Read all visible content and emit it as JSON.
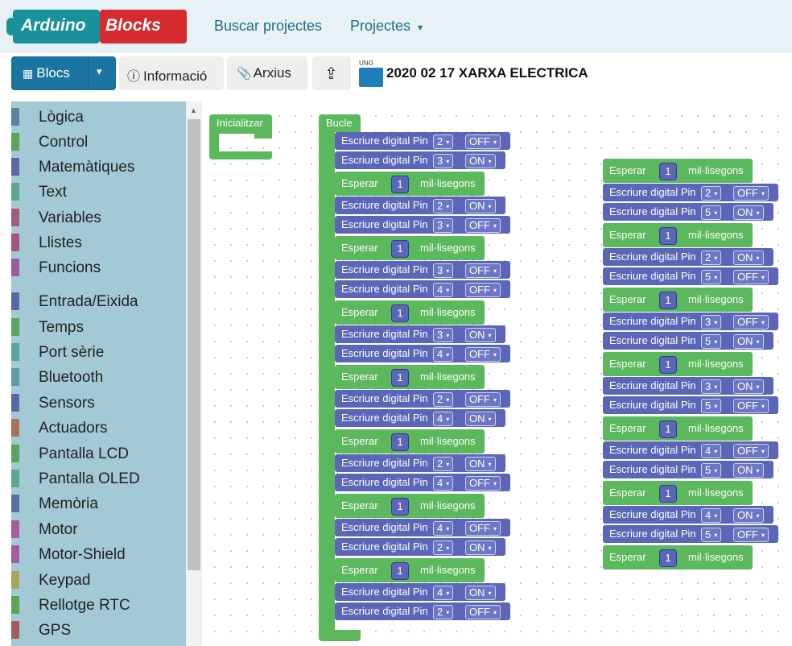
{
  "header": {
    "logo_part1": "Arduino",
    "logo_part2": "Blocks",
    "nav_search": "Buscar projectes",
    "nav_projects": "Projectes",
    "nav_caret": "▾"
  },
  "toolbar": {
    "blocs_label": "Blocs",
    "blocs_icon": "▦",
    "info_label": "Informació",
    "info_icon": "ⓘ",
    "files_label": "Arxius",
    "files_icon": "📎",
    "share_icon": "⇪",
    "board_label": "UNO",
    "project_title": "2020 02 17 XARXA ELECTRICA"
  },
  "sidebar": {
    "categories": [
      {
        "label": "Lògica",
        "color": "#5b80a5"
      },
      {
        "label": "Control",
        "color": "#5ba55b"
      },
      {
        "label": "Matemàtiques",
        "color": "#5b67a5"
      },
      {
        "label": "Text",
        "color": "#5ba58c"
      },
      {
        "label": "Variables",
        "color": "#a55b80"
      },
      {
        "label": "Llistes",
        "color": "#a5557a"
      },
      {
        "label": "Funcions",
        "color": "#995ba5"
      },
      {
        "label": "Entrada/Eixida",
        "color": "#5b67a5"
      },
      {
        "label": "Temps",
        "color": "#5ba55b"
      },
      {
        "label": "Port sèrie",
        "color": "#5ba5a0"
      },
      {
        "label": "Bluetooth",
        "color": "#5b9aa5"
      },
      {
        "label": "Sensors",
        "color": "#5b67a5"
      },
      {
        "label": "Actuadors",
        "color": "#a5745b"
      },
      {
        "label": "Pantalla LCD",
        "color": "#5ba55b"
      },
      {
        "label": "Pantalla OLED",
        "color": "#5ba58c"
      },
      {
        "label": "Memòria",
        "color": "#5b6fa5"
      },
      {
        "label": "Motor",
        "color": "#a55ba0"
      },
      {
        "label": "Motor-Shield",
        "color": "#a55ba0"
      },
      {
        "label": "Keypad",
        "color": "#a5a55b"
      },
      {
        "label": "Rellotge RTC",
        "color": "#5ba55b"
      },
      {
        "label": "GPS",
        "color": "#a55b5b"
      }
    ]
  },
  "workspace": {
    "setup_label": "Inicialitzar",
    "loop_label": "Bucle",
    "write_label": "Escriure digital Pin",
    "wait_label": "Esperar",
    "wait_unit": "mil·lisegons",
    "dropdown_caret": "▾",
    "loop_blocks": [
      {
        "t": "w",
        "pin": "2",
        "val": "OFF"
      },
      {
        "t": "w",
        "pin": "3",
        "val": "ON"
      },
      {
        "t": "d",
        "ms": "1"
      },
      {
        "t": "w",
        "pin": "2",
        "val": "ON"
      },
      {
        "t": "w",
        "pin": "3",
        "val": "OFF"
      },
      {
        "t": "d",
        "ms": "1"
      },
      {
        "t": "w",
        "pin": "3",
        "val": "OFF"
      },
      {
        "t": "w",
        "pin": "4",
        "val": "OFF"
      },
      {
        "t": "d",
        "ms": "1"
      },
      {
        "t": "w",
        "pin": "3",
        "val": "ON"
      },
      {
        "t": "w",
        "pin": "4",
        "val": "OFF"
      },
      {
        "t": "d",
        "ms": "1"
      },
      {
        "t": "w",
        "pin": "2",
        "val": "OFF"
      },
      {
        "t": "w",
        "pin": "4",
        "val": "ON"
      },
      {
        "t": "d",
        "ms": "1"
      },
      {
        "t": "w",
        "pin": "2",
        "val": "ON"
      },
      {
        "t": "w",
        "pin": "4",
        "val": "OFF"
      },
      {
        "t": "d",
        "ms": "1"
      },
      {
        "t": "w",
        "pin": "4",
        "val": "OFF"
      },
      {
        "t": "w",
        "pin": "2",
        "val": "ON"
      },
      {
        "t": "d",
        "ms": "1"
      },
      {
        "t": "w",
        "pin": "4",
        "val": "ON"
      },
      {
        "t": "w",
        "pin": "2",
        "val": "OFF"
      }
    ],
    "free_blocks": [
      {
        "t": "d",
        "ms": "1"
      },
      {
        "t": "w",
        "pin": "2",
        "val": "OFF"
      },
      {
        "t": "w",
        "pin": "5",
        "val": "ON"
      },
      {
        "t": "d",
        "ms": "1"
      },
      {
        "t": "w",
        "pin": "2",
        "val": "ON"
      },
      {
        "t": "w",
        "pin": "5",
        "val": "OFF"
      },
      {
        "t": "d",
        "ms": "1"
      },
      {
        "t": "w",
        "pin": "3",
        "val": "OFF"
      },
      {
        "t": "w",
        "pin": "5",
        "val": "ON"
      },
      {
        "t": "d",
        "ms": "1"
      },
      {
        "t": "w",
        "pin": "3",
        "val": "ON"
      },
      {
        "t": "w",
        "pin": "5",
        "val": "OFF"
      },
      {
        "t": "d",
        "ms": "1"
      },
      {
        "t": "w",
        "pin": "4",
        "val": "OFF"
      },
      {
        "t": "w",
        "pin": "5",
        "val": "ON"
      },
      {
        "t": "d",
        "ms": "1"
      },
      {
        "t": "w",
        "pin": "4",
        "val": "ON"
      },
      {
        "t": "w",
        "pin": "5",
        "val": "OFF"
      },
      {
        "t": "d",
        "ms": "1"
      }
    ]
  }
}
